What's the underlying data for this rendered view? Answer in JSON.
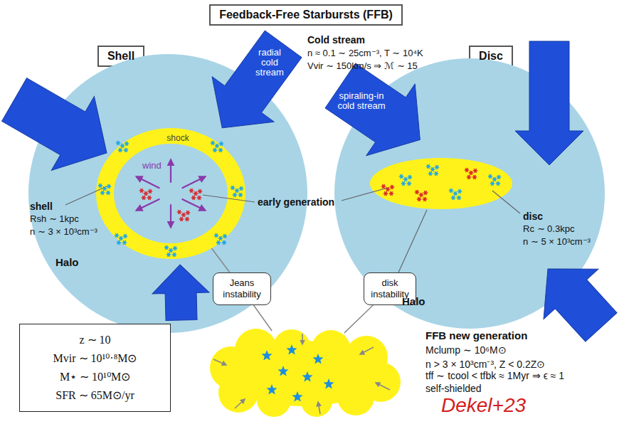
{
  "diagram": {
    "nodes": [
      {
        "text": [
          "Feedback-Free Starbursts (FFB)"
        ]
      },
      {
        "text": [
          "Shell"
        ]
      },
      {
        "text": [
          "Disc"
        ]
      },
      {
        "text": [
          "Halo"
        ]
      },
      {
        "text": [
          "radial cold stream"
        ]
      },
      {
        "text": [
          "shock",
          "wind"
        ],
        "in": 3
      },
      {
        "text": [
          "Halo"
        ]
      },
      {
        "text": [
          "spiraling-in cold stream"
        ]
      },
      {
        "text": [
          "Jeans instability"
        ]
      },
      {
        "text": [
          "disk instability"
        ]
      },
      {
        "text": [
          "FFB new generation",
          "Mclump ∼ 10⁶M⊙",
          "n > 3 × 10³cm⁻³, Z < 0.2Z⊙",
          "tff ∼ tcool < tfbk ≈ 1Myr ⇒ ϵ ≈ 1",
          "self-shielded"
        ]
      },
      {
        "text": [
          "z ∼ 10",
          "Mvir ∼ 10¹⁰·⁸M⊙",
          "M⋆ ∼ 10¹⁰M⊙",
          "SFR ∼ 65M⊙/yr"
        ]
      }
    ],
    "edges": [
      {
        "from": 5,
        "to": 8,
        "arrow": "none"
      },
      {
        "from": 8,
        "to": 10,
        "arrow": "none"
      },
      {
        "from": 9,
        "to": 10,
        "arrow": "none"
      }
    ],
    "labels": [
      "Cold stream",
      "n ≈ 0.1 ∼ 25cm⁻³, T ∼ 10⁴K",
      "Vvir ∼ 150km/s ⇒ ℳ ∼ 15",
      "shell",
      "Rsh ∼ 1kpc",
      "n ∼ 3 × 10³cm⁻³",
      "early generation",
      "disc",
      "Rc ∼ 0.3kpc",
      "n ∼ 5 × 10³cm⁻³",
      "Dekel+23"
    ]
  }
}
